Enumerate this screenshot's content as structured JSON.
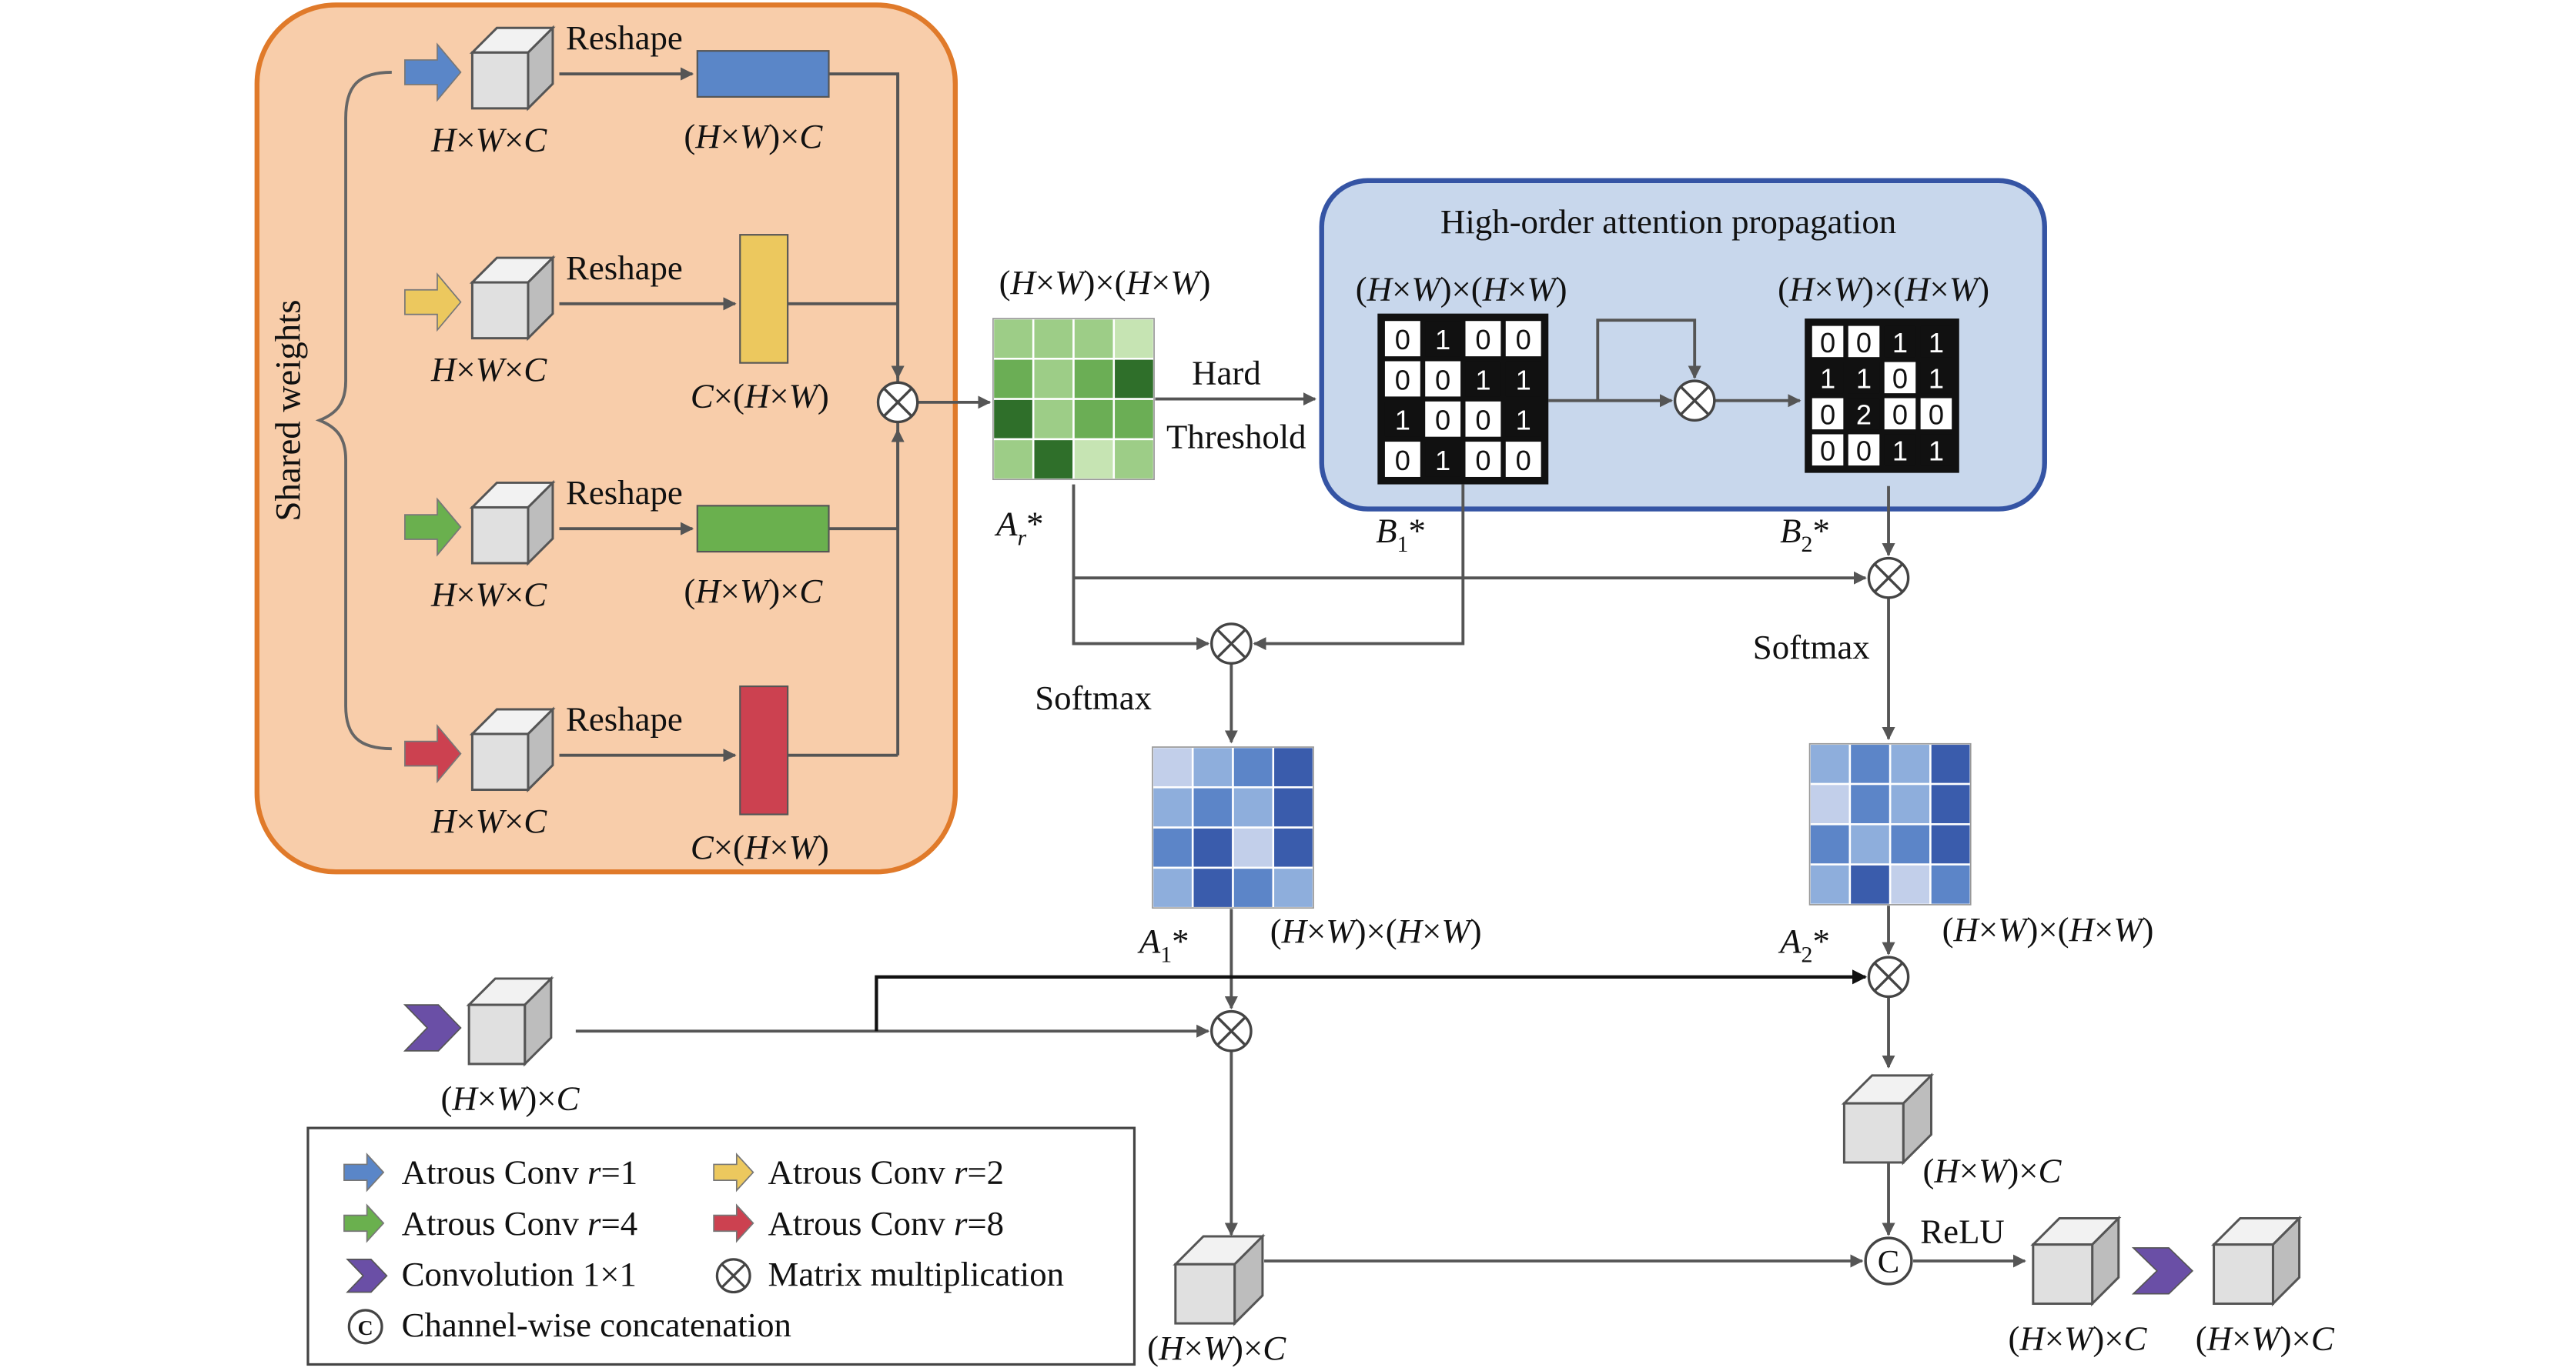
{
  "colors": {
    "orange_panel_fill": "#f8cdaa",
    "orange_panel_stroke": "#e07a2a",
    "blue_panel_fill": "#c8d7ec",
    "blue_panel_stroke": "#3554a4",
    "atrous_r1": "#5a86c8",
    "atrous_r2": "#ecc85e",
    "atrous_r4": "#6ab04e",
    "atrous_r8": "#cc4150",
    "conv_1x1": "#6a4fa6",
    "arrow": "#555555"
  },
  "left_panel": {
    "side_label": "Shared weights",
    "branches": [
      {
        "color_key": "atrous_r1",
        "reshape_label": "Reshape",
        "input_dim": "H×W×C",
        "output_dim": "(H×W)×C",
        "shape": "horizontal"
      },
      {
        "color_key": "atrous_r2",
        "reshape_label": "Reshape",
        "input_dim": "H×W×C",
        "output_dim": "C×(H×W)",
        "shape": "vertical"
      },
      {
        "color_key": "atrous_r4",
        "reshape_label": "Reshape",
        "input_dim": "H×W×C",
        "output_dim": "(H×W)×C",
        "shape": "horizontal"
      },
      {
        "color_key": "atrous_r8",
        "reshape_label": "Reshape",
        "input_dim": "H×W×C",
        "output_dim": "C×(H×W)",
        "shape": "vertical"
      }
    ]
  },
  "ar_matrix": {
    "dim_label": "(H×W)×(H×W)",
    "name": "A",
    "sub": "r",
    "star": "*",
    "shades": [
      [
        1,
        1,
        1,
        0
      ],
      [
        2,
        1,
        2,
        3
      ],
      [
        3,
        1,
        2,
        2
      ],
      [
        1,
        3,
        0,
        1
      ]
    ],
    "palette": [
      "#c6e4b3",
      "#9dcd87",
      "#6bae55",
      "#2f6f2a"
    ]
  },
  "hard_threshold": {
    "line1": "Hard",
    "line2": "Threshold"
  },
  "high_order_panel": {
    "title": "High-order attention propagation",
    "b1": {
      "dim_label": "(H×W)×(H×W)",
      "name": "B",
      "sub": "1",
      "star": "*",
      "cells": [
        [
          "0",
          "1",
          "0",
          "0"
        ],
        [
          "0",
          "0",
          "1",
          "1"
        ],
        [
          "1",
          "0",
          "0",
          "1"
        ],
        [
          "0",
          "1",
          "0",
          "0"
        ]
      ]
    },
    "b2": {
      "dim_label": "(H×W)×(H×W)",
      "name": "B",
      "sub": "2",
      "star": "*",
      "cells": [
        [
          "0",
          "0",
          "1",
          "1"
        ],
        [
          "1",
          "1",
          "0",
          "1"
        ],
        [
          "0",
          "2",
          "0",
          "0"
        ],
        [
          "0",
          "0",
          "1",
          "1"
        ]
      ]
    }
  },
  "softmax_left": "Softmax",
  "softmax_right": "Softmax",
  "a1_matrix": {
    "dim_label": "(H×W)×(H×W)",
    "name": "A",
    "sub": "1",
    "star": "*",
    "shades": [
      [
        0,
        1,
        2,
        3
      ],
      [
        1,
        2,
        1,
        3
      ],
      [
        2,
        3,
        0,
        3
      ],
      [
        1,
        3,
        2,
        1
      ]
    ]
  },
  "a2_matrix": {
    "dim_label": "(H×W)×(H×W)",
    "name": "A",
    "sub": "2",
    "star": "*",
    "shades": [
      [
        1,
        2,
        1,
        3
      ],
      [
        0,
        2,
        1,
        3
      ],
      [
        2,
        1,
        2,
        3
      ],
      [
        1,
        3,
        0,
        2
      ]
    ]
  },
  "blue_palette": [
    "#c2cfea",
    "#8eaedc",
    "#5c85c8",
    "#3a5cac"
  ],
  "bottom": {
    "input_dim": "(H×W)×C",
    "out_mid_dim": "(H×W)×C",
    "out_right_dim": "(H×W)×C",
    "concat_symbol": "C",
    "relu_label": "ReLU",
    "final1_dim": "(H×W)×C",
    "final2_dim": "(H×W)×C"
  },
  "legend": {
    "items": [
      {
        "icon": "blue-arrow-icon",
        "color_key": "atrous_r1",
        "prefix": "Atrous Conv ",
        "var": "r",
        "suffix": "=1"
      },
      {
        "icon": "yellow-arrow-icon",
        "color_key": "atrous_r2",
        "prefix": "Atrous Conv ",
        "var": "r",
        "suffix": "=2"
      },
      {
        "icon": "green-arrow-icon",
        "color_key": "atrous_r4",
        "prefix": "Atrous Conv ",
        "var": "r",
        "suffix": "=4"
      },
      {
        "icon": "red-arrow-icon",
        "color_key": "atrous_r8",
        "prefix": "Atrous Conv ",
        "var": "r",
        "suffix": "=8"
      },
      {
        "icon": "purple-chevron-icon",
        "color_key": "conv_1x1",
        "label": "Convolution 1×1"
      },
      {
        "icon": "matrix-multiplication-icon",
        "label": "Matrix multiplication"
      },
      {
        "icon": "concatenation-icon",
        "label": "Channel-wise concatenation"
      }
    ]
  }
}
